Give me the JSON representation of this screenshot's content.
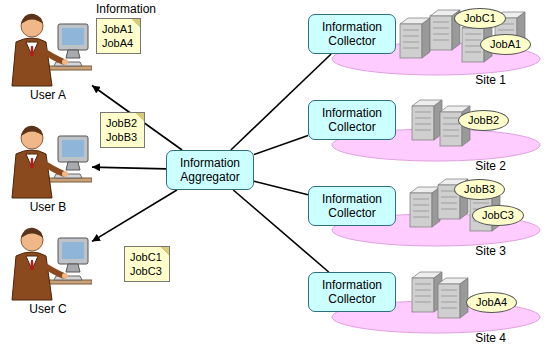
{
  "diagram": {
    "nodes": [
      {
        "text": [
          "User A"
        ]
      },
      {
        "text": [
          "Information",
          "JobA1",
          "JobA4"
        ]
      },
      {
        "text": [
          "User B"
        ]
      },
      {
        "text": [
          "JobB2",
          "JobB3"
        ]
      },
      {
        "text": [
          "User C"
        ]
      },
      {
        "text": [
          "JobC1",
          "JobC3"
        ]
      },
      {
        "text": [
          "Information Aggregator"
        ]
      },
      {
        "text": [
          "Information Collector"
        ]
      },
      {
        "text": [
          "Site 1"
        ]
      },
      {
        "text": [
          "JobC1"
        ],
        "in": 8
      },
      {
        "text": [
          "JobA1"
        ],
        "in": 8
      },
      {
        "text": [
          "Information Collector"
        ]
      },
      {
        "text": [
          "Site 2"
        ]
      },
      {
        "text": [
          "JobB2"
        ],
        "in": 12
      },
      {
        "text": [
          "Information Collector"
        ]
      },
      {
        "text": [
          "Site 3"
        ]
      },
      {
        "text": [
          "JobB3"
        ],
        "in": 15
      },
      {
        "text": [
          "JobC3"
        ],
        "in": 15
      },
      {
        "text": [
          "Information Collector"
        ]
      },
      {
        "text": [
          "Site 4"
        ]
      },
      {
        "text": [
          "JobA4"
        ],
        "in": 19
      }
    ],
    "edges": [
      {
        "from": 6,
        "to": 0,
        "arrow": "to"
      },
      {
        "from": 6,
        "to": 2,
        "arrow": "to"
      },
      {
        "from": 6,
        "to": 4,
        "arrow": "to"
      },
      {
        "from": 6,
        "to": 7,
        "arrow": "none"
      },
      {
        "from": 6,
        "to": 11,
        "arrow": "none"
      },
      {
        "from": 6,
        "to": 14,
        "arrow": "none"
      },
      {
        "from": 6,
        "to": 18,
        "arrow": "none"
      }
    ]
  }
}
